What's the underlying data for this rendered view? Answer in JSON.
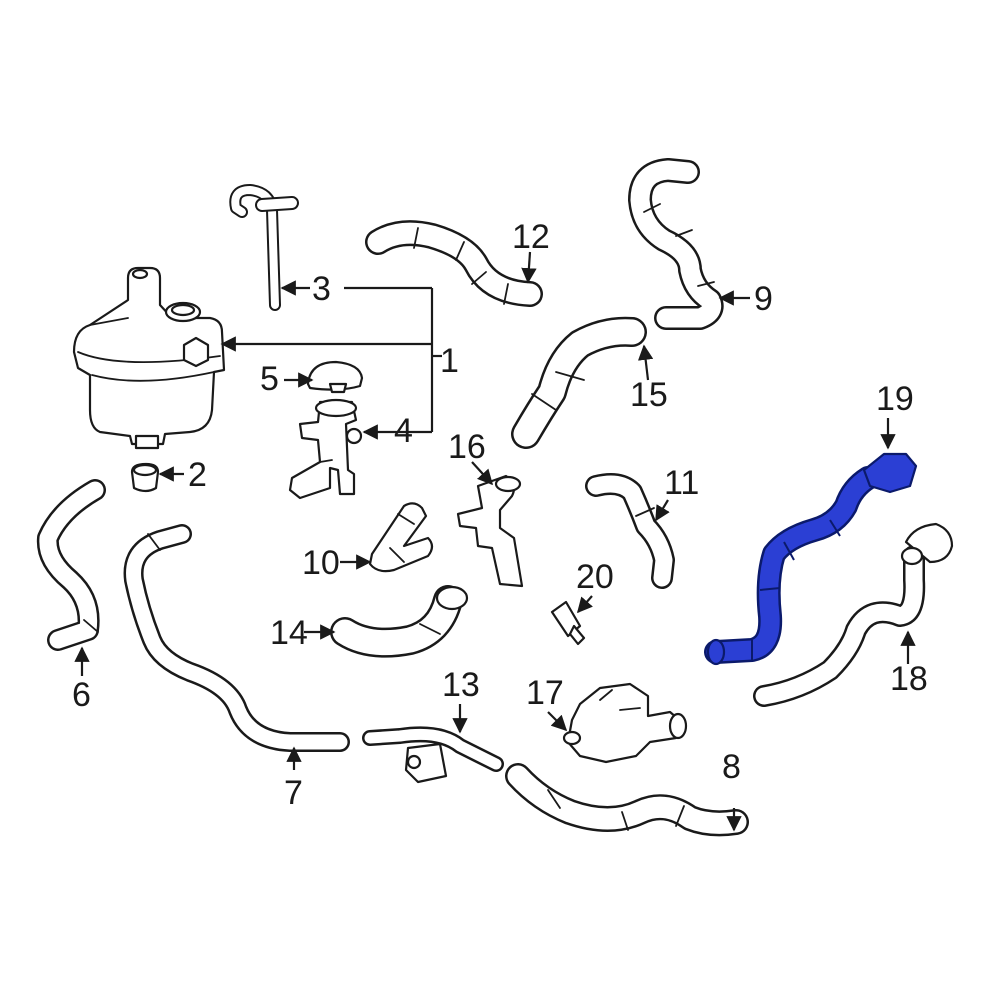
{
  "diagram": {
    "highlight_color": "#2b3fd4",
    "line_color": "#1a1a1a",
    "highlighted_part": "19",
    "callouts": [
      {
        "id": "1",
        "text": "1"
      },
      {
        "id": "2",
        "text": "2"
      },
      {
        "id": "3",
        "text": "3"
      },
      {
        "id": "4",
        "text": "4"
      },
      {
        "id": "5",
        "text": "5"
      },
      {
        "id": "6",
        "text": "6"
      },
      {
        "id": "7",
        "text": "7"
      },
      {
        "id": "8",
        "text": "8"
      },
      {
        "id": "9",
        "text": "9"
      },
      {
        "id": "10",
        "text": "10"
      },
      {
        "id": "11",
        "text": "11"
      },
      {
        "id": "12",
        "text": "12"
      },
      {
        "id": "13",
        "text": "13"
      },
      {
        "id": "14",
        "text": "14"
      },
      {
        "id": "15",
        "text": "15"
      },
      {
        "id": "16",
        "text": "16"
      },
      {
        "id": "17",
        "text": "17"
      },
      {
        "id": "18",
        "text": "18"
      },
      {
        "id": "19",
        "text": "19"
      },
      {
        "id": "20",
        "text": "20"
      }
    ]
  }
}
